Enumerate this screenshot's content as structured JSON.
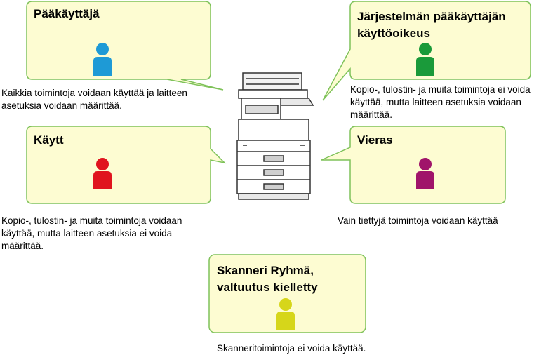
{
  "colors": {
    "bubble_fill": "#fdfcd2",
    "bubble_stroke": "#7fc25a",
    "admin_icon": "#1e9ad6",
    "sysadmin_icon": "#1a9a3a",
    "user_icon": "#e0141e",
    "guest_icon": "#a0146a",
    "scanner_icon": "#d6d61a"
  },
  "roles": {
    "admin": {
      "title": "Pääkäyttäjä",
      "icon": "person-icon",
      "desc_lines": [
        "Kaikkia toimintoja voidaan käyttää ja laitteen",
        "asetuksia voidaan määrittää."
      ]
    },
    "sysadmin": {
      "title_lines": [
        "Järjestelmän pääkäyttäjän",
        "käyttöoikeus"
      ],
      "icon": "person-icon",
      "desc_lines": [
        "Kopio-, tulostin- ja muita toimintoja ei voida",
        "käyttää, mutta laitteen asetuksia voidaan",
        "määrittää."
      ]
    },
    "user": {
      "title": "Käytt",
      "icon": "person-icon",
      "desc_lines": [
        "Kopio-, tulostin- ja muita toimintoja voidaan",
        "käyttää, mutta laitteen asetuksia ei voida",
        "määrittää."
      ]
    },
    "guest": {
      "title": "Vieras",
      "icon": "person-icon",
      "desc_lines": [
        "Vain tiettyjä toimintoja voidaan käyttää"
      ]
    },
    "scanner": {
      "title_lines": [
        "Skanneri Ryhmä,",
        "valtuutus kielletty"
      ],
      "icon": "person-icon",
      "desc_lines": [
        "Skanneritoimintoja ei voida käyttää."
      ]
    }
  }
}
